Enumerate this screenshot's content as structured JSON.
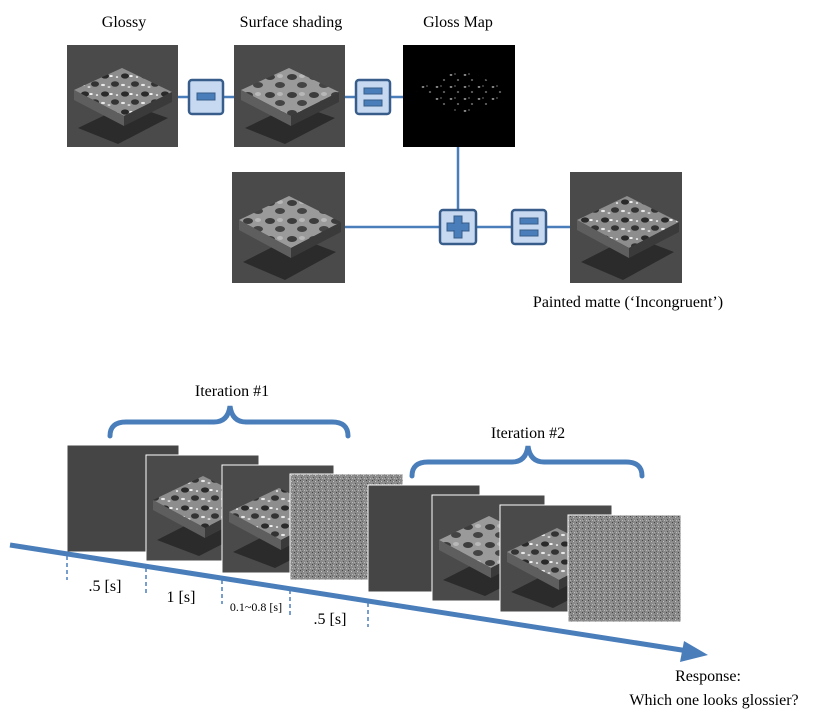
{
  "top": {
    "labels": {
      "glossy": "Glossy",
      "surface_shading": "Surface shading",
      "gloss_map": "Gloss Map",
      "painted_matte": "Painted matte (‘Incongruent’)"
    },
    "operators": {
      "minus": "minus-icon",
      "equals_1": "equals-icon",
      "plus": "plus-icon",
      "equals_2": "equals-icon"
    }
  },
  "timeline": {
    "iteration_1": "Iteration #1",
    "iteration_2": "Iteration #2",
    "durations": [
      ".5 [s]",
      "1 [s]",
      "0.1~0.8 [s]",
      ".5 [s]"
    ],
    "response_line1": "Response:",
    "response_line2": "Which one looks glossier?"
  },
  "colors": {
    "connector": "#4a7ebb",
    "operator_fill": "#c6d9f1",
    "operator_border": "#385d8a",
    "tile_bg": "#4a4a4a",
    "gray_frame": "#454545"
  }
}
